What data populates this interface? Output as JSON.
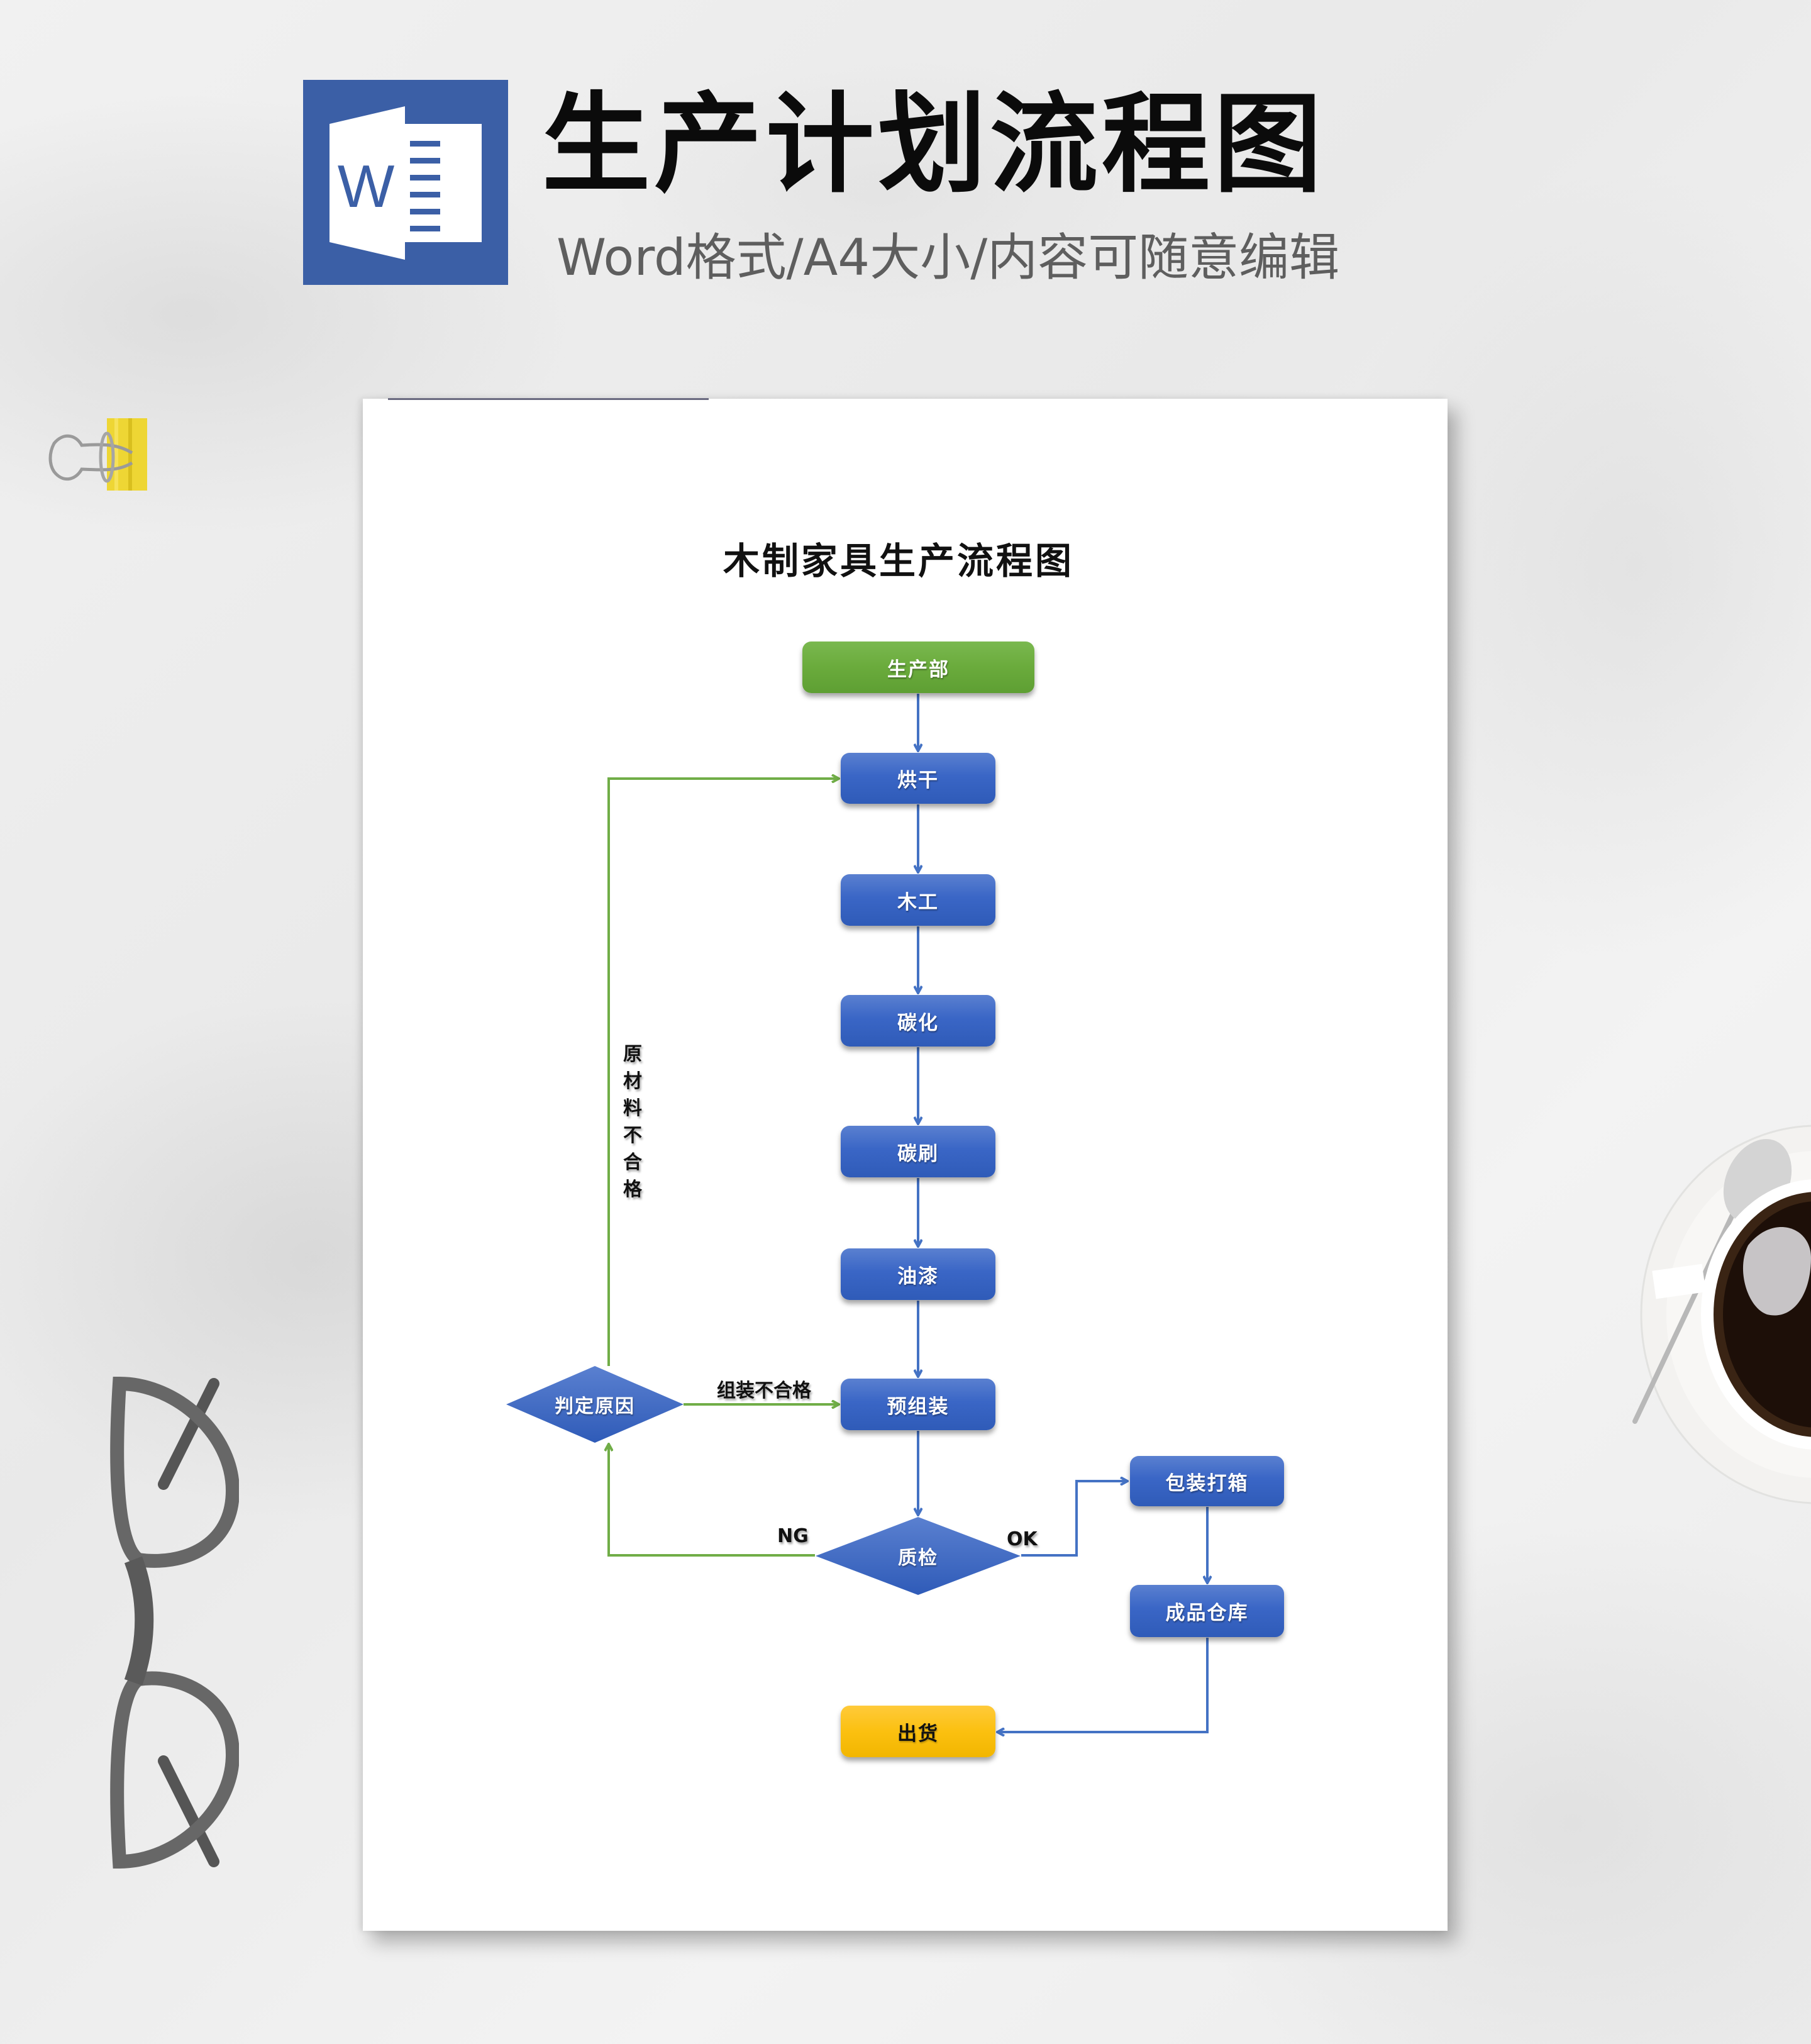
{
  "header": {
    "logo_letter": "W",
    "title": "生产计划流程图",
    "subtitle": "Word格式/A4大小/内容可随意编辑",
    "logo_color": "#3b5fa6"
  },
  "document": {
    "title": "木制家具生产流程图"
  },
  "colors": {
    "process_blue": "#3a66c6",
    "start_green": "#6aab3c",
    "end_yellow": "#fbc010",
    "connector_blue": "#4472c4",
    "loop_green": "#70ad47"
  },
  "flowchart": {
    "nodes": {
      "start": "生产部",
      "drying": "烘干",
      "carpentry": "木工",
      "carbonization": "碳化",
      "brushing": "碳刷",
      "painting": "油漆",
      "preassembly": "预组装",
      "qc": "质检",
      "judge": "判定原因",
      "packing": "包装打箱",
      "warehouse": "成品仓库",
      "shipping": "出货"
    },
    "edge_labels": {
      "ng": "NG",
      "ok": "OK",
      "assembly_fail": "组装不合格",
      "material_fail": [
        "原",
        "材",
        "料",
        "不",
        "合",
        "格"
      ]
    },
    "edges": [
      {
        "from": "生产部",
        "to": "烘干"
      },
      {
        "from": "烘干",
        "to": "木工"
      },
      {
        "from": "木工",
        "to": "碳化"
      },
      {
        "from": "碳化",
        "to": "碳刷"
      },
      {
        "from": "碳刷",
        "to": "油漆"
      },
      {
        "from": "油漆",
        "to": "预组装"
      },
      {
        "from": "预组装",
        "to": "质检"
      },
      {
        "from": "质检",
        "to": "包装打箱",
        "label": "OK"
      },
      {
        "from": "质检",
        "to": "判定原因",
        "label": "NG"
      },
      {
        "from": "判定原因",
        "to": "预组装",
        "label": "组装不合格"
      },
      {
        "from": "判定原因",
        "to": "烘干",
        "label": "原材料不合格"
      },
      {
        "from": "包装打箱",
        "to": "成品仓库"
      },
      {
        "from": "成品仓库",
        "to": "出货"
      }
    ]
  }
}
